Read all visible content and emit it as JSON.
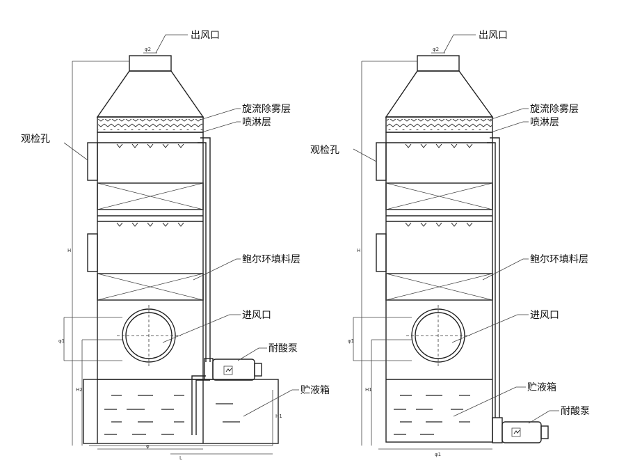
{
  "towers": [
    {
      "labels": {
        "outlet": "出风口",
        "demister": "旋流除雾层",
        "spray": "喷淋层",
        "inspection": "观检孔",
        "packing": "鲍尔环填料层",
        "inlet": "进风口",
        "pump": "耐酸泵",
        "tank": "贮液箱"
      },
      "dims": {
        "d2": "φ2",
        "h": "H",
        "d1": "φ1",
        "h2": "H2",
        "h1": "H1",
        "phi": "φ",
        "l": "L"
      }
    },
    {
      "labels": {
        "outlet": "出风口",
        "demister": "旋流除雾层",
        "spray": "喷淋层",
        "inspection": "观检孔",
        "packing": "鲍尔环填料层",
        "inlet": "进风口",
        "tank": "贮液箱",
        "pump": "耐酸泵"
      },
      "dims": {
        "d2": "φ2",
        "h": "H",
        "d1": "φ1",
        "h1": "H1",
        "phi": "φ1"
      }
    }
  ]
}
